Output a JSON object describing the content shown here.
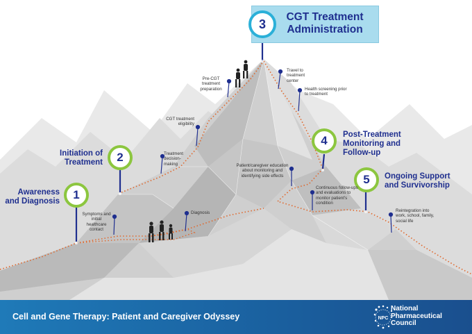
{
  "header": {
    "number": "3",
    "title": "CGT Treatment Administration"
  },
  "stages": [
    {
      "number": "1",
      "title": "Awareness and Diagnosis"
    },
    {
      "number": "2",
      "title": "Initiation of Treatment"
    },
    {
      "number": "4",
      "title": "Post-Treatment Monitoring and Follow-up"
    },
    {
      "number": "5",
      "title": "Ongoing Support and Survivorship"
    }
  ],
  "pins": [
    "Symptoms and initial healthcare contact",
    "Diagnosis",
    "Treatment decision-making",
    "CGT treatment eligibility",
    "Pre-CGT treatment preparation",
    "Travel to treatment center",
    "Health screening prior to treatment",
    "Patient/caregiver education about monitoring and identifying side effects",
    "Continuous follow-ups and evaluations to monitor patient's condition",
    "Reintegration into work, school, family, social life"
  ],
  "footer": {
    "title": "Cell and Gene Therapy: Patient and Caregiver Odyssey",
    "logo_line1": "National",
    "logo_line2": "Pharmaceutical",
    "logo_line3": "Council",
    "logo_mark": "NPC"
  },
  "colors": {
    "navy": "#1f2f8f",
    "green": "#8cc63f",
    "blue": "#2bb0d8",
    "path": "#e0672b",
    "footer": "#1a5f9e"
  }
}
